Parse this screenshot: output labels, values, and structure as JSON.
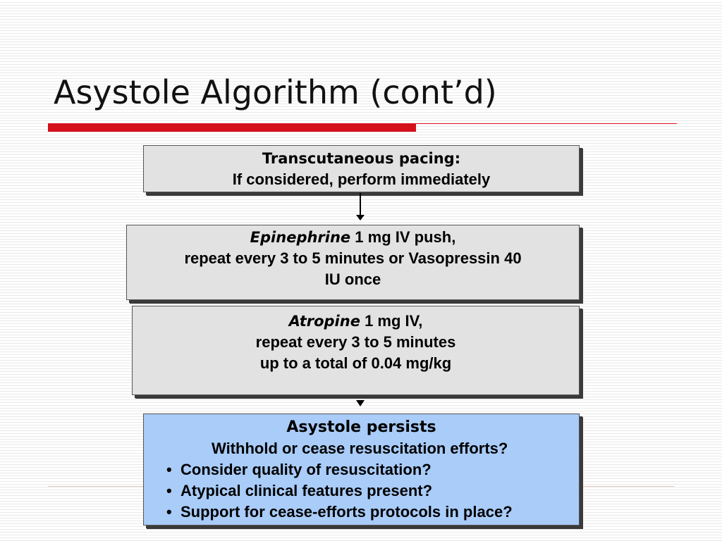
{
  "slide": {
    "title": "Asystole Algorithm (cont’d)"
  },
  "boxes": {
    "pacing": {
      "heading": "Transcutaneous pacing:",
      "line": "If considered, perform immediately"
    },
    "epinephrine": {
      "drug": "Epinephrine",
      "dose": " 1 mg IV push,",
      "line1": "repeat every 3 to 5 minutes or Vasopressin 40",
      "line2": "IU once"
    },
    "atropine": {
      "drug": "Atropine",
      "dose": " 1 mg IV,",
      "line1": "repeat every 3 to 5 minutes",
      "line2": "up to a total of 0.04 mg/kg"
    },
    "persists": {
      "heading": "Asystole persists",
      "question": "Withhold or cease resuscitation efforts?",
      "bullet_glyph": "•",
      "bullets": [
        "Consider quality of resuscitation?",
        "Atypical clinical features present?",
        "Support for cease-efforts protocols in place?"
      ]
    }
  },
  "colors": {
    "accent_red": "#d4101b",
    "box_gray": "#e2e2e2",
    "box_blue": "#a9ccf9"
  }
}
